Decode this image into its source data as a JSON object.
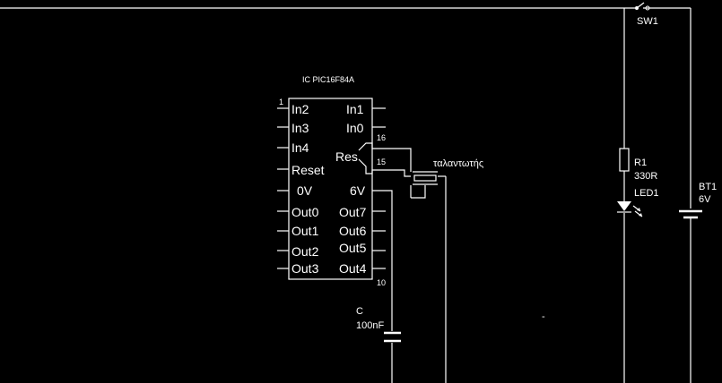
{
  "ic": {
    "title": "IC PIC16F84A",
    "left_pins": [
      "In2",
      "In3",
      "In4",
      "Reset",
      "0V",
      "Out0",
      "Out1",
      "Out2",
      "Out3"
    ],
    "right_pins": [
      "In1",
      "In0",
      "Res",
      "6V",
      "Out7",
      "Out6",
      "Out5",
      "Out4"
    ],
    "pin_numbers": {
      "p1": "1",
      "p16": "16",
      "p15": "15",
      "p10": "10"
    }
  },
  "oscillator": {
    "label": "ταλαντωτής"
  },
  "capacitor": {
    "name": "C",
    "value": "100nF"
  },
  "switch": {
    "name": "SW1"
  },
  "resistor": {
    "name": "R1",
    "value": "330R"
  },
  "led": {
    "name": "LED1"
  },
  "battery": {
    "name": "BT1",
    "value": "6V"
  },
  "misc": {
    "dash": "-"
  }
}
